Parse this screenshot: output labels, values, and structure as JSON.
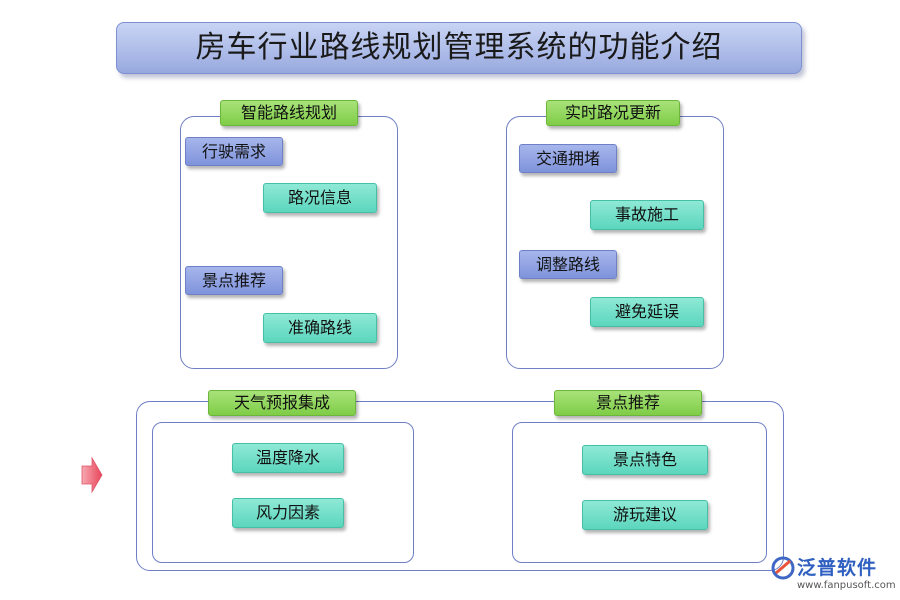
{
  "title": "房车行业路线规划管理系统的功能介绍",
  "panels": {
    "smart_route": {
      "header": "智能路线规划",
      "groups": [
        {
          "parent": "行驶需求",
          "child": "路况信息"
        },
        {
          "parent": "景点推荐",
          "child": "准确路线"
        }
      ]
    },
    "realtime": {
      "header": "实时路况更新",
      "groups": [
        {
          "parent": "交通拥堵",
          "child": "事故施工"
        },
        {
          "parent": "调整路线",
          "child": "避免延误"
        }
      ]
    },
    "weather": {
      "header": "天气预报集成",
      "items": [
        "温度降水",
        "风力因素"
      ]
    },
    "scenic": {
      "header": "景点推荐",
      "items": [
        "景点特色",
        "游玩建议"
      ]
    }
  },
  "logo": {
    "name": "泛普软件",
    "url": "www.fanpusoft.com"
  },
  "colors": {
    "accent_blue": "#6f7fc4",
    "header_green": "#7fcd47",
    "leaf_teal": "#5cd6bd",
    "node_blue": "#8fa2e2",
    "arrow_red": "#e8455a"
  }
}
